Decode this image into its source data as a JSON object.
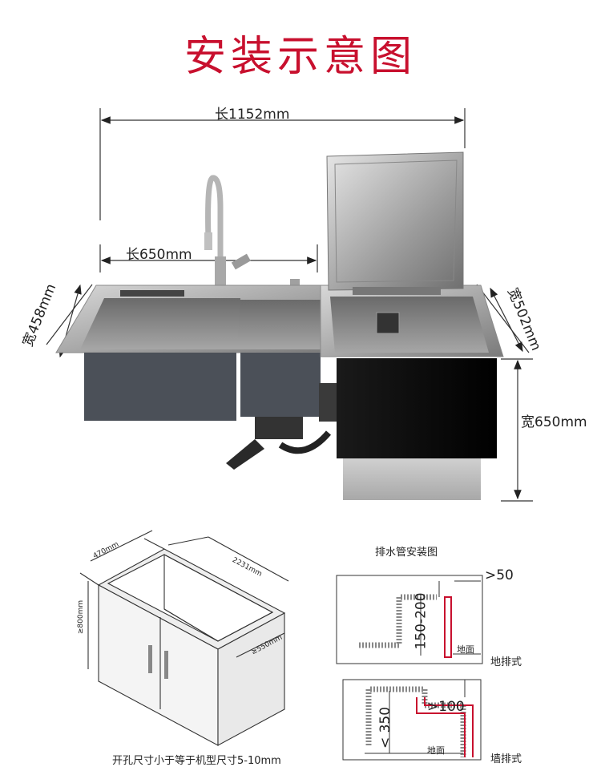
{
  "title": "安装示意图",
  "dimensions": {
    "total_length": "长1152mm",
    "basin_length": "长650mm",
    "left_width": "宽458mm",
    "right_width": "宽502mm",
    "height": "宽650mm"
  },
  "cabinet": {
    "depth": "470mm",
    "length": "2231mm",
    "height": "≥800mm",
    "inner": "≥550mm",
    "caption": "开孔尺寸小于等于机型尺寸5-10mm"
  },
  "drain": {
    "heading": "排水管安装图",
    "floor_type": {
      "gap": ">50",
      "range": "150-200",
      "ground": "地面",
      "label": "地排式"
    },
    "wall_type": {
      "gap": ">100",
      "range": "< 350",
      "ground": "地面",
      "label": "墙排式"
    }
  }
}
